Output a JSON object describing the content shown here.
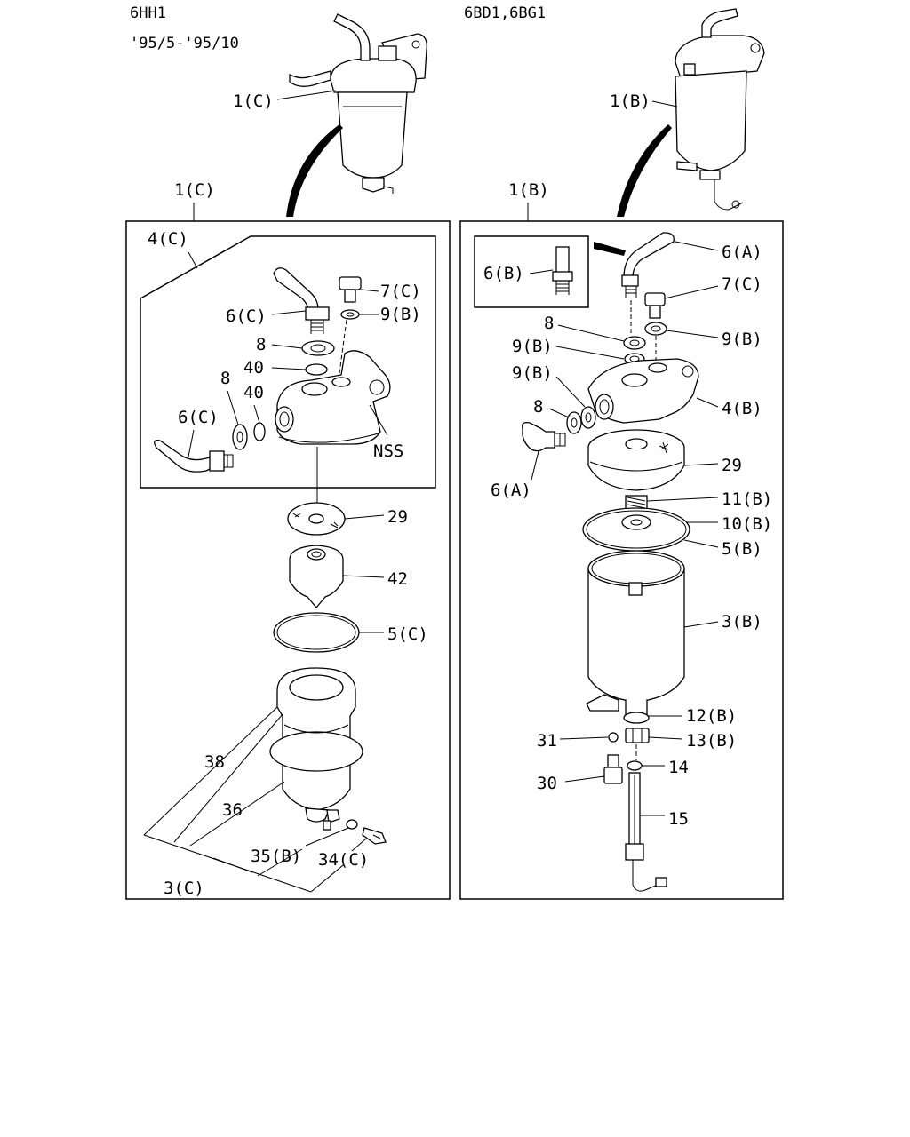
{
  "headers": {
    "left_model": "6HH1",
    "left_period": "'95/5-'95/10",
    "right_models": "6BD1,6BG1"
  },
  "left_callouts": {
    "top_assembly": "1(C)",
    "panel_assembly": "1(C)",
    "head_assembly": "4(C)",
    "p7": "7(C)",
    "p9": "9(B)",
    "p6_top": "6(C)",
    "p8_top": "8",
    "p40_top": "40",
    "p8_side": "8",
    "p40_side": "40",
    "p6_side": "6(C)",
    "nss": "NSS",
    "p29": "29",
    "p42": "42",
    "p5": "5(C)",
    "p38": "38",
    "p36": "36",
    "p35": "35(B)",
    "p34": "34(C)",
    "p3": "3(C)"
  },
  "right_callouts": {
    "top_assembly": "1(B)",
    "panel_assembly": "1(B)",
    "inset_part": "6(B)",
    "p6a_top": "6(A)",
    "p7": "7(C)",
    "p8_top": "8",
    "p9_right": "9(B)",
    "p9_left_a": "9(B)",
    "p9_left_b": "9(B)",
    "p8_side": "8",
    "p4": "4(B)",
    "p6a_side": "6(A)",
    "p29": "29",
    "p11": "11(B)",
    "p10": "10(B)",
    "p5": "5(B)",
    "p3": "3(B)",
    "p12": "12(B)",
    "p31": "31",
    "p13": "13(B)",
    "p14": "14",
    "p30": "30",
    "p15": "15"
  }
}
